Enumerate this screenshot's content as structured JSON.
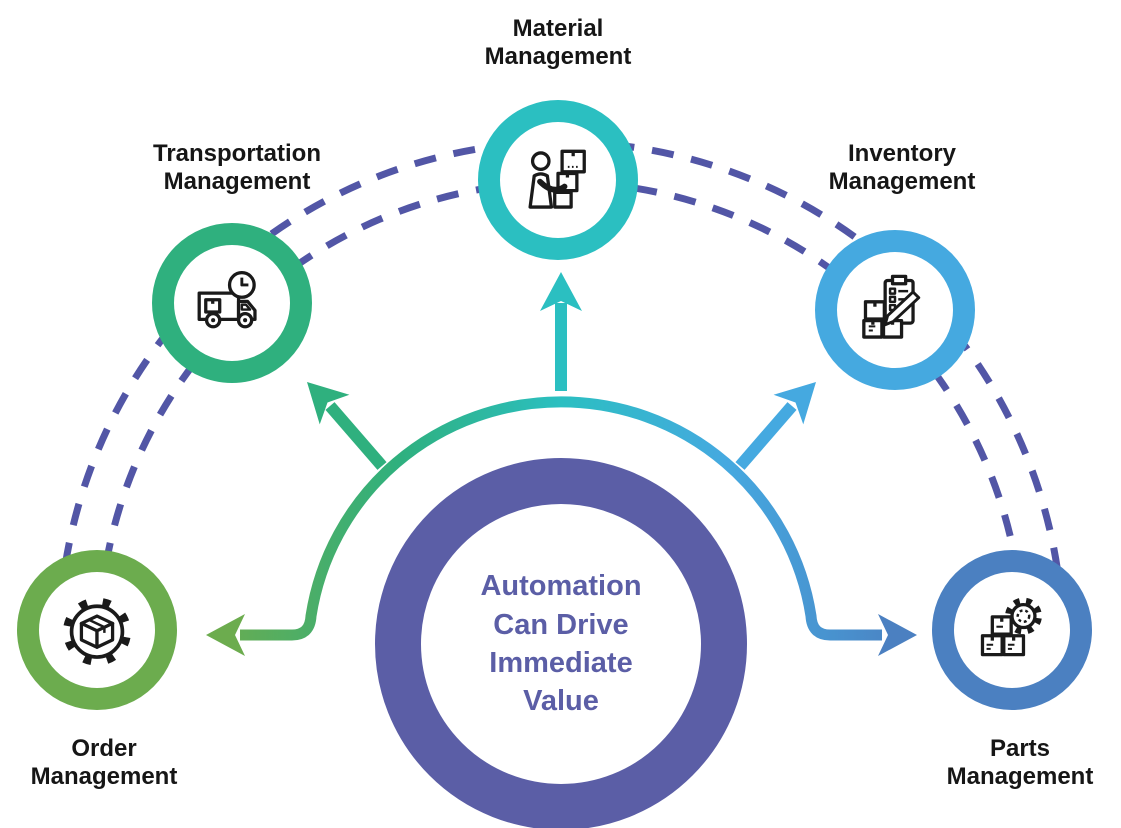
{
  "title": {
    "text": "Automation Can Drive Immediate Value",
    "lines": [
      "Automation",
      "Can Drive",
      "Immediate",
      "Value"
    ],
    "color": "#5B5EA6"
  },
  "nodes": [
    {
      "label": "Order Management",
      "color": "#6CAC4E",
      "icon": "gear-box-icon"
    },
    {
      "label": "Transportation Management",
      "color": "#2FB07E",
      "icon": "truck-clock-icon"
    },
    {
      "label": "Material Management",
      "color": "#2BBFC1",
      "icon": "worker-boxes-icon"
    },
    {
      "label": "Inventory Management",
      "color": "#45A9E0",
      "icon": "clipboard-pencil-boxes-icon"
    },
    {
      "label": "Parts Management",
      "color": "#4B80C1",
      "icon": "boxes-gear-icon"
    }
  ],
  "connectors": {
    "center_ring_color": "#5B5EA6",
    "dashed_arc_color": "#5256A6",
    "gradient": [
      "#6CAC4E",
      "#2FB07E",
      "#2BBFC1",
      "#45A9E0",
      "#4B80C1"
    ],
    "icon_stroke_color": "#1A1A1A",
    "label_color": "#161616"
  }
}
